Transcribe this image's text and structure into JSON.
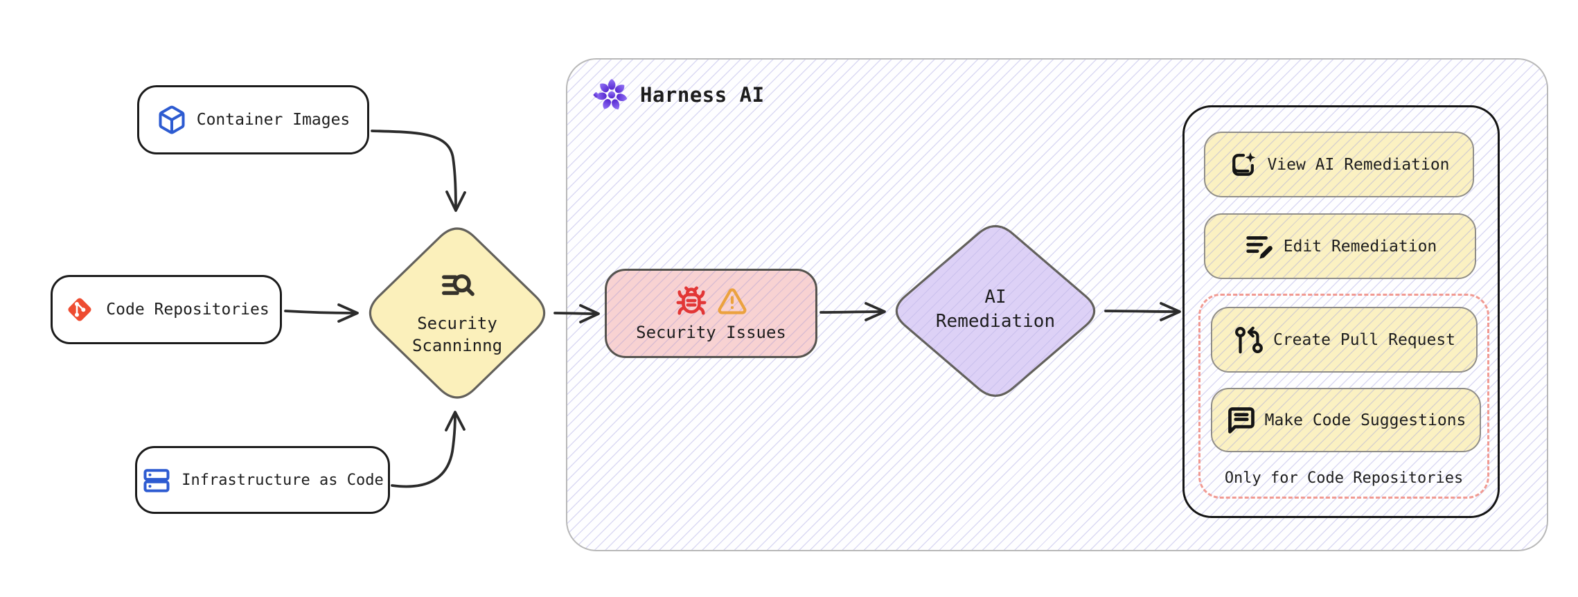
{
  "diagram": {
    "sources": [
      {
        "label": "Container Images",
        "icon": "container-cube-icon"
      },
      {
        "label": "Code Repositories",
        "icon": "git-icon"
      },
      {
        "label": "Infrastructure as Code",
        "icon": "server-stack-icon"
      }
    ],
    "scanner": {
      "line1": "Security",
      "line2": "Scanninng",
      "icon": "search-code-icon"
    },
    "harness_group": {
      "title": "Harness AI",
      "icon": "harness-ai-logo-icon"
    },
    "issues": {
      "label": "Security Issues",
      "icons": [
        "bug-icon",
        "warning-triangle-icon"
      ]
    },
    "ai_remediation": {
      "line1": "AI",
      "line2": "Remediation"
    },
    "actions": [
      {
        "label": "View AI Remediation",
        "icon": "ai-document-icon"
      },
      {
        "label": "Edit Remediation",
        "icon": "edit-list-icon"
      },
      {
        "label": "Create Pull Request",
        "icon": "pull-request-icon"
      },
      {
        "label": "Make Code Suggestions",
        "icon": "code-comment-icon"
      }
    ],
    "note": "Only for Code Repositories"
  },
  "colors": {
    "node_yellow": "#fbf1c2",
    "node_pink": "#f8d2d2",
    "node_purple": "#ddd1f6",
    "outline_dark": "#1b1b1b",
    "outline_gray": "#62605b",
    "button_border": "#8f8d88",
    "container_border": "#b8b8b8",
    "dashed_red": "#f19a92",
    "hatch_line": "#a5a2e1",
    "arrow": "#2b2b2b",
    "icon_blue": "#2d5bd1",
    "git_orange": "#ee4c31",
    "bug_red": "#e23636",
    "warning_orange": "#eba23f",
    "harness_purple": "#6938d3"
  }
}
